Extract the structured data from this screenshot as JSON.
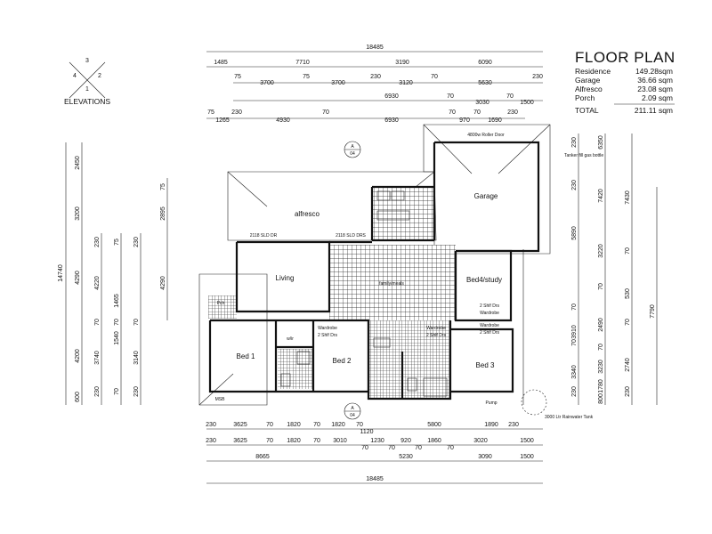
{
  "title": "FLOOR PLAN",
  "schedule": [
    {
      "label": "Residence",
      "value": "149.28sqm"
    },
    {
      "label": "Garage",
      "value": "36.66 sqm"
    },
    {
      "label": "Alfresco",
      "value": "23.08 sqm"
    },
    {
      "label": "Porch",
      "value": "2.09 sqm"
    }
  ],
  "total": {
    "label": "TOTAL",
    "value": "211.11 sqm"
  },
  "elevations": {
    "label": "ELEVATIONS",
    "n1": "1",
    "n2": "2",
    "n3": "3",
    "n4": "4"
  },
  "section_marker": {
    "letter": "A",
    "sheet": "04"
  },
  "rooms": {
    "alfresco": "alfresco",
    "garage": "Garage",
    "living": "Living",
    "family_meals": "family/meals",
    "bed4": "Bed4/study",
    "bed1": "Bed 1",
    "bed2": "Bed 2",
    "bed3": "Bed 3",
    "porch": "Pch",
    "wir": "w/ir",
    "wardrobe1": "Wardrobe",
    "wardrobe2": "Wardrobe",
    "wardrobe3": "Wardrobe",
    "wardrobe4": "Wardrobe",
    "shelves1": "2 Shlf Drs",
    "shelves2": "2 Shlf Drs",
    "shelves3": "2 Shlf Drs",
    "shelves4": "2 Shlf Drs",
    "roller_door": "4800w Roller Door",
    "slider1": "2118 SLD DR",
    "slider2": "2118 SLD DRS",
    "tanker": "Tanker fill gas bottle",
    "rainwater": "3000 Ltr Rainwater Tank",
    "pump": "Pump",
    "msb": "MSB"
  },
  "top_dims": {
    "overall": "18485",
    "row1": [
      "1485",
      "7710",
      "3190",
      "6090"
    ],
    "row2": [
      "75",
      "3700",
      "75",
      "3700",
      "230",
      "3120",
      "70",
      "5630",
      "230"
    ],
    "row3": [
      "6930",
      "3030",
      "1500"
    ],
    "row3b": [
      "70",
      "70"
    ],
    "row4": [
      "75",
      "1265",
      "230",
      "4930",
      "70",
      "6930",
      "70",
      "970",
      "70",
      "1690",
      "230"
    ]
  },
  "bottom_dims": {
    "row1": [
      "230",
      "3625",
      "70",
      "1820",
      "70",
      "1820",
      "70",
      "1120",
      "5800",
      "1890",
      "230"
    ],
    "row2": [
      "230",
      "3625",
      "70",
      "1820",
      "70",
      "3010",
      "70",
      "1230",
      "70",
      "920",
      "70",
      "1860",
      "70",
      "3020",
      "1500"
    ],
    "row3": [
      "8665",
      "5230",
      "3090",
      "1500"
    ],
    "overall": "18485"
  },
  "left_dims": {
    "overall": "14740",
    "col1": [
      "2450",
      "3200",
      "4290",
      "4200",
      "600"
    ],
    "col2": [
      "230",
      "4220",
      "70",
      "3740",
      "230"
    ],
    "col3": [
      "75",
      "1465",
      "70",
      "1540",
      "70"
    ],
    "col4": [
      "2895",
      "4290",
      "3140",
      "230"
    ],
    "col4b": [
      "75",
      "230",
      "70"
    ]
  },
  "right_dims": {
    "col1": [
      "230",
      "230",
      "5890",
      "70",
      "3910",
      "70",
      "3340",
      "230"
    ],
    "col2": [
      "6350",
      "7420",
      "3220",
      "70",
      "2490",
      "70",
      "3230",
      "1780",
      "800"
    ],
    "col3": [
      "7430",
      "70",
      "530",
      "70",
      "2740",
      "230"
    ],
    "col4": [
      "7790"
    ]
  }
}
